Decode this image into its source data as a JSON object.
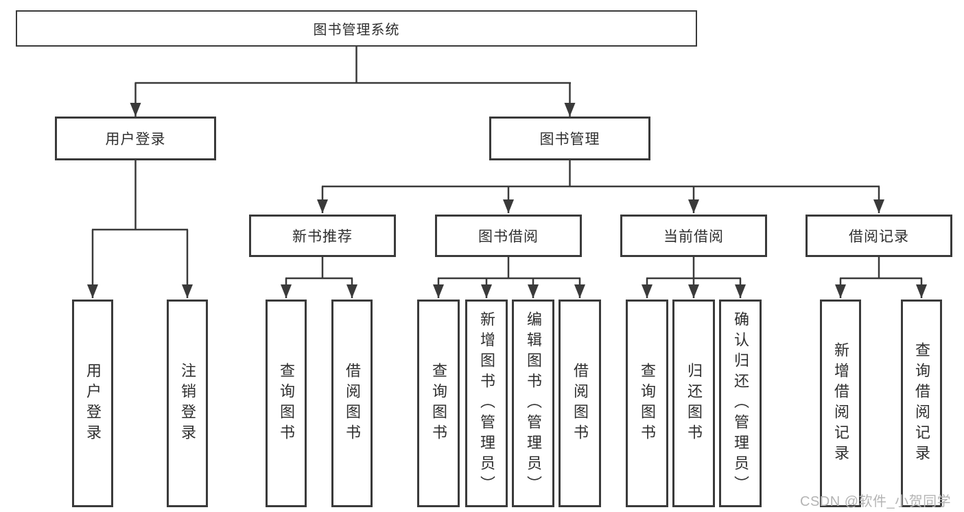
{
  "diagram": {
    "root": {
      "label": "图书管理系统"
    },
    "branches": {
      "user_login": {
        "label": "用户登录",
        "children": [
          "用户登录",
          "注销登录"
        ]
      },
      "book_management": {
        "label": "图书管理",
        "sections": {
          "new_book_recommend": {
            "label": "新书推荐",
            "children": [
              "查询图书",
              "借阅图书"
            ]
          },
          "book_borrowing": {
            "label": "图书借阅",
            "children": [
              "查询图书",
              "新增图书（管理员）",
              "编辑图书（管理员）",
              "借阅图书"
            ]
          },
          "current_borrowing": {
            "label": "当前借阅",
            "children": [
              "查询图书",
              "归还图书",
              "确认归还（管理员）"
            ]
          },
          "borrowing_records": {
            "label": "借阅记录",
            "children": [
              "新增借阅记录",
              "查询借阅记录"
            ]
          }
        }
      }
    }
  },
  "watermark": "CSDN @软件_小贺同学",
  "colors": {
    "line": "#3a3a3a",
    "text": "#2f2f2f",
    "watermark": "#b4b4b4",
    "background": "#ffffff"
  }
}
